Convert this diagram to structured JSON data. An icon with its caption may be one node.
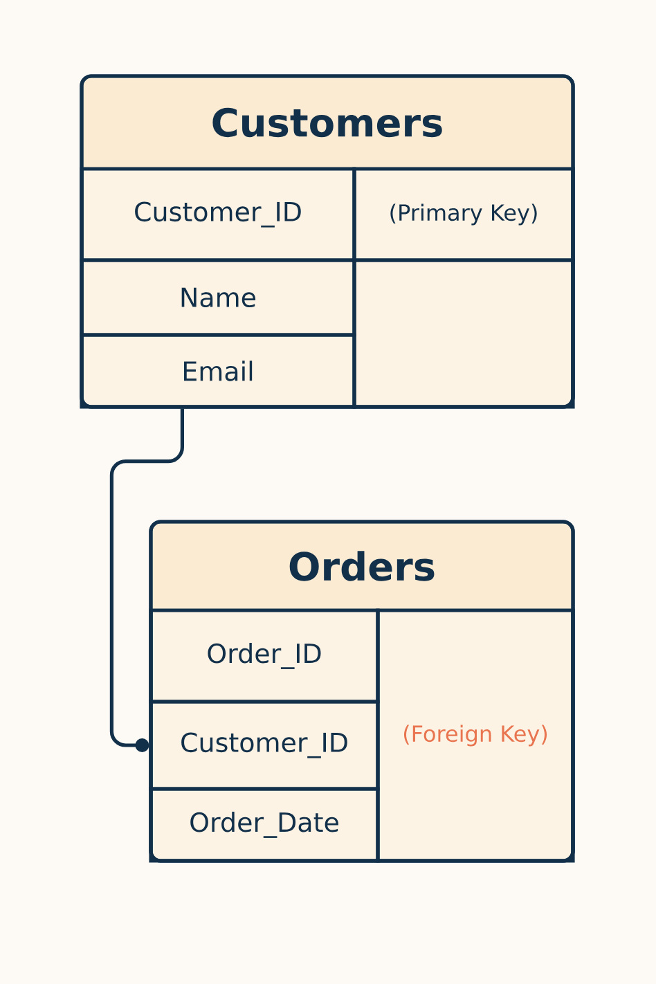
{
  "diagram": {
    "nodes": [
      {
        "text": [
          "Customers"
        ]
      },
      {
        "text": [
          "Customer_ID"
        ],
        "in": 0
      },
      {
        "text": [
          "(Primary Key)"
        ],
        "in": 0
      },
      {
        "text": [
          "Name"
        ],
        "in": 0
      },
      {
        "text": [],
        "shape": "box",
        "in": 0
      },
      {
        "text": [
          "Email"
        ],
        "in": 0
      },
      {
        "text": [
          "Orders"
        ]
      },
      {
        "text": [
          "Order_ID"
        ],
        "in": 6
      },
      {
        "text": [
          "(Foreign Key)"
        ],
        "in": 6
      },
      {
        "text": [
          "Customer_ID"
        ],
        "in": 6
      },
      {
        "text": [
          "Order_Date"
        ],
        "in": 6
      }
    ],
    "edges": [
      {
        "from": 0,
        "to": 9,
        "arrow": "other"
      }
    ]
  }
}
